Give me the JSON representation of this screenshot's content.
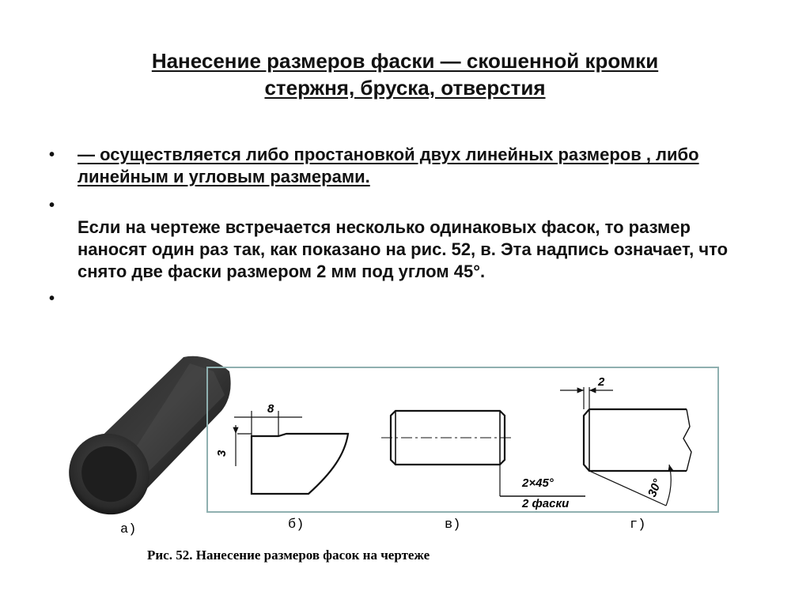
{
  "slide": {
    "title_line1": "Нанесение размеров фаски — скошенной кромки",
    "title_line2": "стержня, бруска, отверстия",
    "bullet1": "— осуществляется либо простановкой двух линейных размеров , либо линейным и угловым размерами.",
    "bullet2": "Если на чертеже встречается несколько одинаковых фасок, то размер наносят один раз так, как показано на рис. 52, в. Эта надпись означает, что снято две фаски размером 2 мм под углом 45°.",
    "bullet_symbol": "•"
  },
  "figure": {
    "caption": "Рис. 52. Нанесение размеров фасок на чертеже",
    "labels": {
      "a": "а)",
      "b": "б)",
      "v": "в)",
      "g": "г)"
    },
    "dims": {
      "b_width": "8",
      "b_height": "3",
      "v_line1": "2×45°",
      "v_line2": "2 фаски",
      "g_width": "2",
      "g_angle": "30°"
    },
    "colors": {
      "frame": "#8fb0b0",
      "ink": "#111111"
    }
  }
}
